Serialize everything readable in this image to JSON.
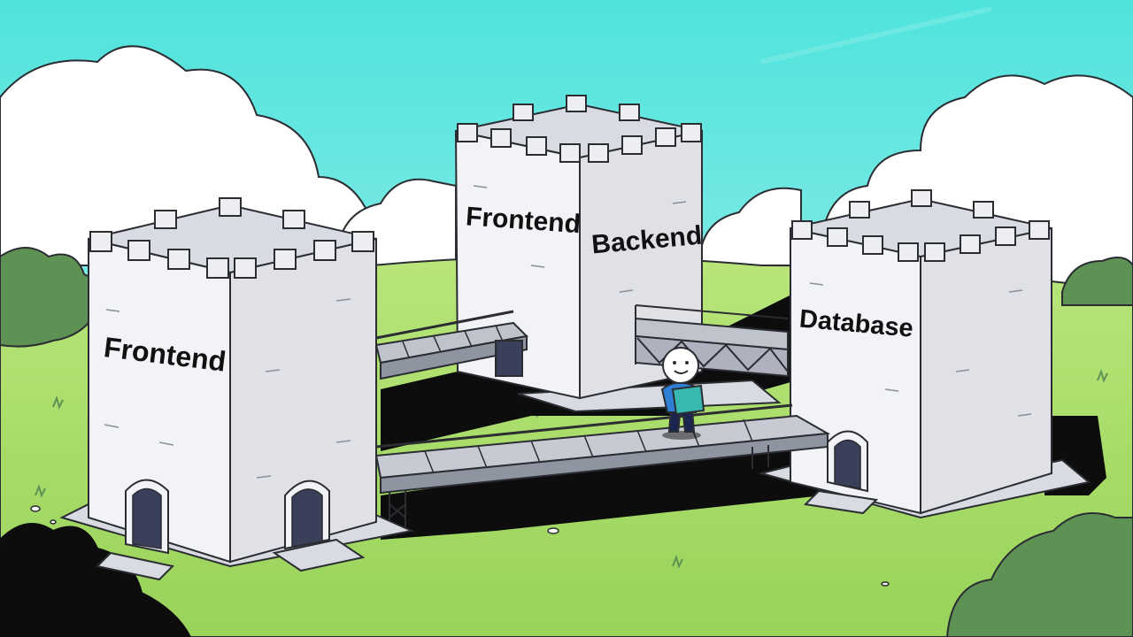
{
  "colors": {
    "sky_top": "#4fe3dd",
    "sky_bottom": "#b8f1ec",
    "cloud": "#ffffff",
    "grass": "#a6dc63",
    "grass_light": "#c2e87e",
    "bush": "#5e9154",
    "tower_front": "#f2f3f6",
    "tower_side": "#c9ccd6",
    "tower_top": "#d9dbe2",
    "outline": "#2b2d33",
    "shadow": "#0d0d0d",
    "bridge": "#aeb2bf",
    "person_shirt": "#2f7fd6",
    "person_pants": "#1c2550",
    "book": "#38b8b0"
  },
  "towers": {
    "left": {
      "label": "Frontend"
    },
    "middle": {
      "label_left": "Frontend",
      "label_right": "Backend"
    },
    "right": {
      "label": "Database"
    }
  },
  "icons": {
    "person": "person-reading-icon"
  }
}
